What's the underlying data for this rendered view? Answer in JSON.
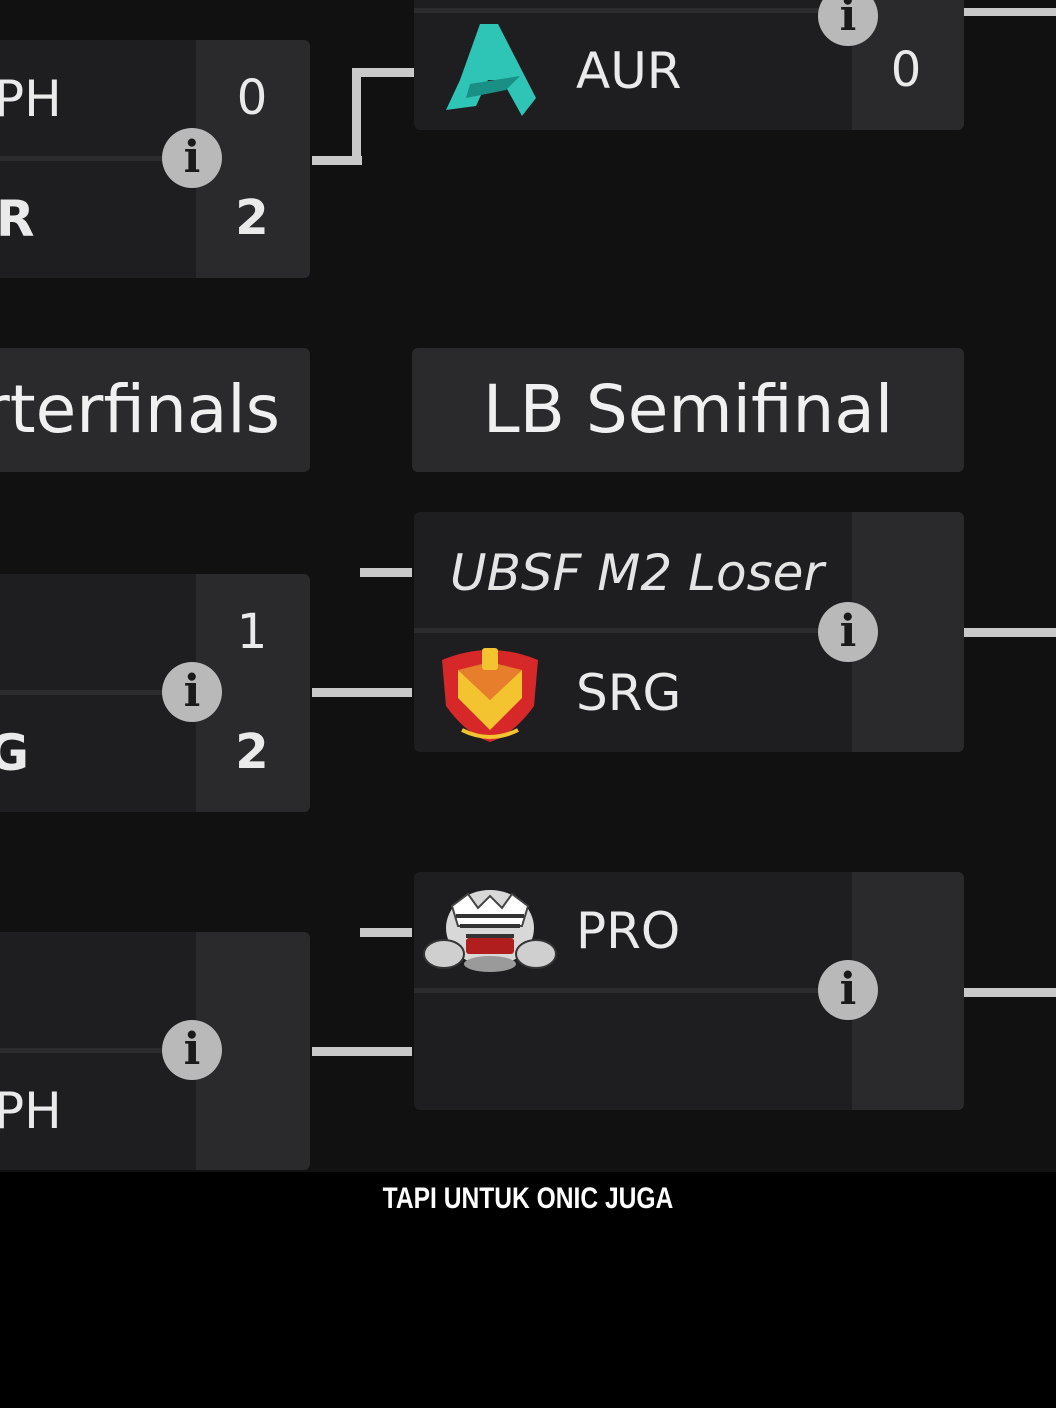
{
  "round_headers": {
    "left": "rterfinals",
    "right": "LB Semifinal"
  },
  "matches": {
    "left_top": {
      "team1": "PH",
      "score1": "0",
      "team2": "R",
      "score2": "2"
    },
    "left_mid": {
      "score1": "1",
      "team2": "G",
      "score2": "2"
    },
    "left_bottom": {
      "team2": "PH"
    },
    "right_top": {
      "team": "AUR",
      "score": "0"
    },
    "right_mid": {
      "slot1": "UBSF M2 Loser",
      "team2": "SRG"
    },
    "right_bottom": {
      "team1": "PRO"
    }
  },
  "info_glyph": "i",
  "caption": "TAPI UNTUK ONIC JUGA",
  "colors": {
    "background": "#111112",
    "card": "#1e1e20",
    "score_column": "#2a2a2c",
    "connector": "#c9c9c9",
    "aurora_teal": "#2ec4b6",
    "selangor_red": "#d62828",
    "selangor_yellow": "#f4c430"
  },
  "icons": [
    "aurora-logo",
    "selangor-crest-logo",
    "pro-tiger-logo",
    "info-icon"
  ]
}
